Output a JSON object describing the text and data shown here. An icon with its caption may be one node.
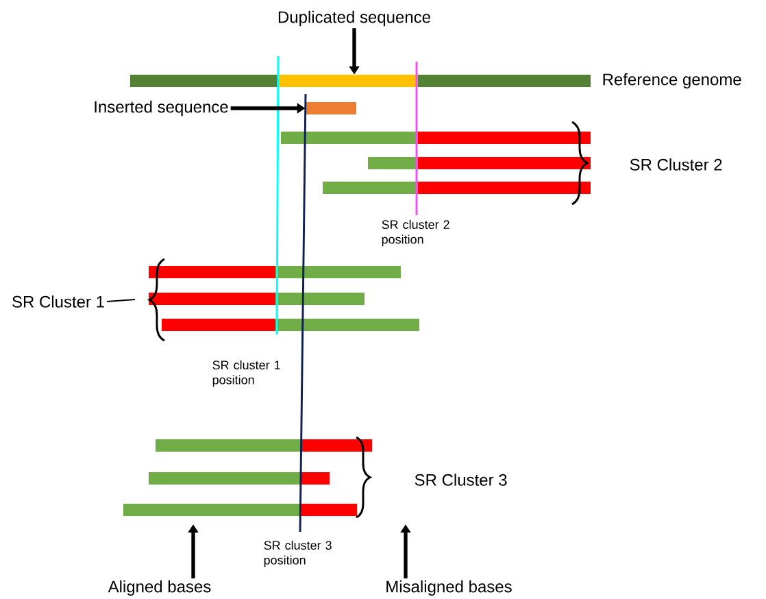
{
  "diagram": {
    "nodes": [
      {
        "text": [
          "Duplicated sequence"
        ]
      },
      {
        "text": [],
        "shape": "bar"
      },
      {
        "text": [
          "Inserted sequence"
        ]
      },
      {
        "text": [],
        "shape": "bar"
      },
      {
        "text": [
          "Aligned bases"
        ]
      },
      {
        "text": [
          "Misaligned bases"
        ]
      },
      {
        "text": [
          "SR Cluster 1"
        ]
      }
    ],
    "edges": [
      {
        "from": 0,
        "to": 1,
        "arrow": "to"
      },
      {
        "from": 2,
        "to": 3,
        "arrow": "to"
      },
      {
        "from": 4,
        "to": null,
        "arrow": "to"
      },
      {
        "from": 5,
        "to": null,
        "arrow": "to"
      },
      {
        "from": 6,
        "to": null,
        "arrow": "none"
      }
    ],
    "labels": [
      "Reference genome",
      "SR Cluster 2",
      "SR cluster 2 position",
      "SR cluster 1 position",
      "SR Cluster 3",
      "SR cluster 3 position"
    ]
  }
}
